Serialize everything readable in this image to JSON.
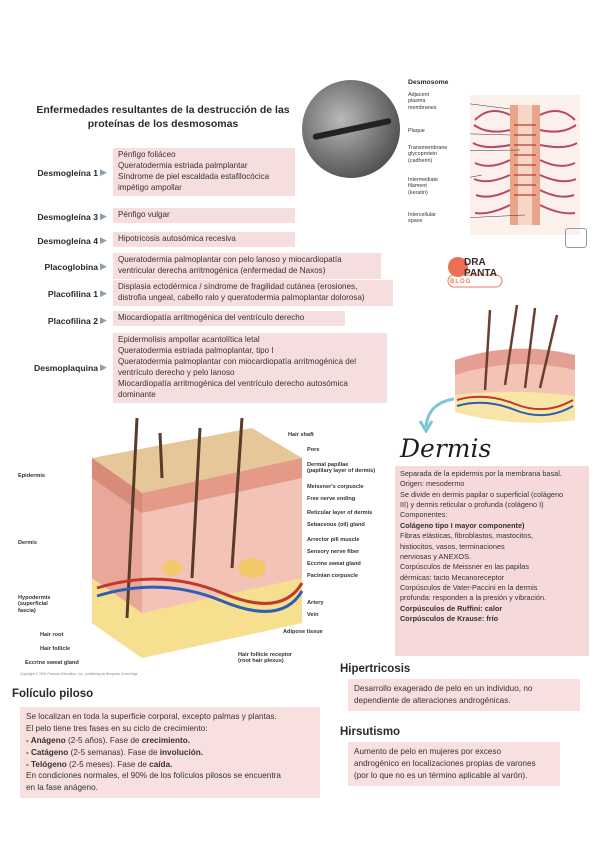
{
  "title": {
    "line1": "Enfermedades resultantes de la destrucción de las",
    "line2": "proteínas de los desmosomas"
  },
  "proteins": [
    {
      "label": "Desmogleína 1",
      "lines": [
        "Pénfigo foliáceo",
        "Queratodermia estriada palmplantar",
        "Síndrome de piel escaldada estafilocócica",
        "impétigo ampollar"
      ]
    },
    {
      "label": "Desmogleína 3",
      "lines": [
        "Pénfigo vulgar"
      ]
    },
    {
      "label": "Desmogleína 4",
      "lines": [
        "Hipotricosis autosómica recesiva"
      ]
    },
    {
      "label": "Placoglobina",
      "lines": [
        "Queratodermia palmoplantar con pelo lanoso y miocardiopatía",
        "ventricular derecha arritmogénica (enfermedad de Naxos)"
      ]
    },
    {
      "label": "Placofilina 1",
      "lines": [
        "Displasia ectodérmica / síndrome de fragilidad cutánea (erosiones,",
        "distrofia ungeal, cabello ralo y queratodermia palmoplantar dolorosa)"
      ]
    },
    {
      "label": "Placofilina 2",
      "lines": [
        "Miocardiopatía arritmogénica del ventrículo derecho"
      ]
    },
    {
      "label": "Desmoplaquina",
      "lines": [
        "Epidermolisis ampollar acantolítica letal",
        "Queratodermia estriada palmoplantar, tipo I",
        "Queratodermia palmoplantar con miocardiopatía arritmogénica del",
        "ventrículo derecho y pelo lanoso",
        "Miocardiopatía arritmogénica del ventrículo derecho autosómica",
        "dominante"
      ]
    }
  ],
  "desmosome": {
    "title": "Desmosome",
    "labels": [
      {
        "text": "Adjacent\nplasma\nmembranes"
      },
      {
        "text": "Plaque"
      },
      {
        "text": "Transmembrane\nglycoprotein\n(cadherin)"
      },
      {
        "text": "Intermediate\nfilament\n(keratin)"
      },
      {
        "text": "Intercellular\nspace"
      }
    ]
  },
  "logo": {
    "line1": "DRA",
    "line2": "PANTA",
    "line3": "BLOG"
  },
  "skin_labels": {
    "left": [
      "Epidermis",
      "Dermis",
      "Hypodermis\n(superficial\nfascia)",
      "Hair root",
      "Hair follicle",
      "Eccrine sweat gland"
    ],
    "right": [
      "Hair shaft",
      "Pore",
      "Dermal papillae\n(papillary layer of dermis)",
      "Meissner's corpuscle",
      "Free nerve ending",
      "Reticular layer of dermis",
      "Sebaceous (oil) gland",
      "Arrector pili muscle",
      "Sensory nerve fiber",
      "Eccrine sweat gland",
      "Pacinian corpuscle",
      "Artery",
      "Vein",
      "Adipose tissue",
      "Hair follicle receptor\n(root hair plexus)"
    ],
    "copyright": "Copyright © 2004 Pearson Education, Inc., publishing as Benjamin Cummings."
  },
  "dermis": {
    "title": "Dermis",
    "lines": [
      {
        "t": "Separada de la epidermis por la membrana basal.",
        "b": false
      },
      {
        "t": "Origen: mesodermo",
        "b": false
      },
      {
        "t": "Se divide en dermis papilar o superficial (colágeno",
        "b": false
      },
      {
        "t": "III) y dermis reticular o profunda (colágeno I)",
        "b": false
      },
      {
        "t": "Componentes:",
        "b": false
      },
      {
        "t": "Colágeno tipo I mayor componente)",
        "b": true
      },
      {
        "t": "Fibras elásticas, fibroblastos, mastocitos,",
        "b": false
      },
      {
        "t": "histiocitos, vasos, terminaciones",
        "b": false
      },
      {
        "t": "nerviosas y ANEXOS.",
        "b": false
      },
      {
        "t": "Corpúsculos de Meissner en las papilas",
        "b": "part"
      },
      {
        "t": "dérmicas: tacto Mecanoreceptor",
        "b": false
      },
      {
        "t": "Corpúsculos de Vater-Paccini en la dermis",
        "b": "part"
      },
      {
        "t": "profunda: responden a la presión y vibración.",
        "b": false
      },
      {
        "t": "Corpúsculos de Ruffini: calor",
        "b": "part"
      },
      {
        "t": "Corpúsculos de Krause: frío",
        "b": "part"
      }
    ]
  },
  "folliculo": {
    "title": "Folículo piloso",
    "l1": "Se localizan en toda la superficie corporal, excepto palmas y plantas.",
    "l2": "El pelo tiene tres fases en su ciclo de crecimiento:",
    "p1a": "- Anágeno",
    "p1b": " (2-5 años). Fase de ",
    "p1c": "crecimiento.",
    "p2a": "- Catágeno",
    "p2b": " (2-5 semanas). Fase de ",
    "p2c": "involución.",
    "p3a": "- Telógeno",
    "p3b": " (2-5 meses). Fase de ",
    "p3c": "caída.",
    "l6": "En condiciones normales, el 90% de los folículos pilosos se encuentra",
    "l7": "en la fase anágeno."
  },
  "hipertricosis": {
    "title": "Hipertricosis",
    "l1": "Desarrollo exagerado de pelo en un individuo, no",
    "l2": "dependiente de alteraciones androgénicas."
  },
  "hirsutismo": {
    "title": "Hirsutismo",
    "l1": "Aumento de pelo en mujeres por exceso",
    "l2": "androgénico en localizaciones propias de varones",
    "l3": "(por lo que no es un término aplicable al varón)."
  }
}
